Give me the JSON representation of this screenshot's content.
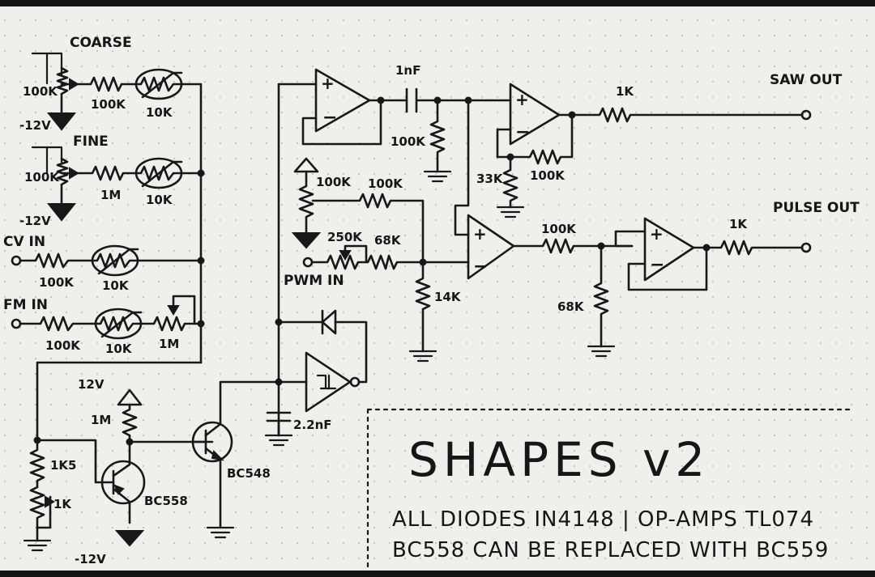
{
  "title": "SHAPES v2",
  "notes": {
    "line1": "ALL DIODES IN4148 | OP-AMPS TL074",
    "line2": "BC558 CAN BE REPLACED WITH BC559"
  },
  "controls": {
    "coarse": "COARSE",
    "fine": "FINE",
    "cv_in": "CV IN",
    "fm_in": "FM IN",
    "pwm_in": "PWM IN"
  },
  "outputs": {
    "saw": "SAW OUT",
    "pulse": "PULSE OUT"
  },
  "rails": {
    "neg_coarse": "-12V",
    "neg_fine": "-12V",
    "pos_transistor": "12V",
    "neg_transistor": "-12V"
  },
  "values": {
    "pot_coarse": "100K",
    "r_coarse": "100K",
    "th_coarse": "10K",
    "pot_fine": "100K",
    "r_fine": "1M",
    "th_fine": "10K",
    "r_cv": "100K",
    "th_cv": "10K",
    "r_fm": "100K",
    "th_fm": "10K",
    "pot_fm": "1M",
    "r_1k5": "1K5",
    "r_1k_trim": "1K",
    "r_1m_pullup": "1M",
    "q_pnp": "BC558",
    "q_npn": "BC548",
    "c_timing": "2.2nF",
    "c_1nf": "1nF",
    "r_100k_diff": "100K",
    "r_33k": "33K",
    "r_100k_fb": "100K",
    "r_1k_saw": "1K",
    "r_100k_pwm_div": "100K",
    "r_100k_pwm_in": "100K",
    "pot_250k": "250K",
    "r_68k_pwm": "68K",
    "r_14k": "14K",
    "r_100k_pulse": "100K",
    "r_68k_pulse": "68K",
    "r_1k_pulse": "1K"
  },
  "colors": {
    "paper": "#efefec",
    "ink": "#181818",
    "dots": "#b9b9b6"
  }
}
